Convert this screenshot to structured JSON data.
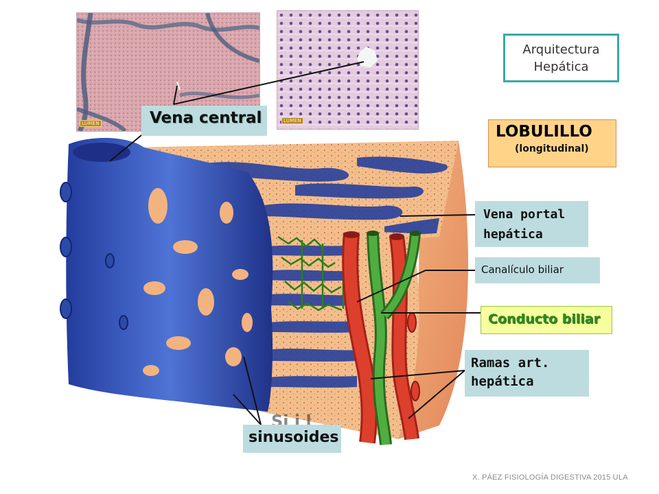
{
  "slide": {
    "title_line1": "Arquitectura",
    "title_line2": "Hepática",
    "lobulillo_title": "LOBULILLO",
    "lobulillo_subtitle": "(longitudinal)",
    "footer": "X. PÁEZ  FISIOLOGÍA DIGESTIVA 2015 ULA"
  },
  "micrographs": [
    {
      "label": "LUMEN"
    },
    {
      "label": "LUMEN"
    }
  ],
  "labels": {
    "vena_central": "Vena central",
    "vena_portal_line1": "Vena portal",
    "vena_portal_line2": "hepática",
    "canaliculo": "Canalículo biliar",
    "conducto": "Conducto biliar",
    "ramas_line1": "Ramas art.",
    "ramas_line2": "hepática",
    "sinusoides": "sinusoides"
  },
  "colors": {
    "vein_blue": "#2f4fb8",
    "artery_red": "#d83a2a",
    "bile_green": "#3f9a3a",
    "parenchyma": "#f0b07a",
    "label_bg": "#bddcdf",
    "accent_teal": "#3aa7a7"
  }
}
